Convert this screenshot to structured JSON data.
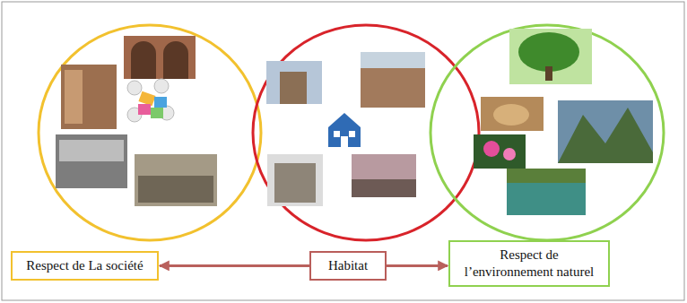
{
  "diagram": {
    "nodes": [
      {
        "text": [
          "Respect de La société"
        ]
      },
      {
        "text": [
          "Habitat"
        ]
      },
      {
        "text": [
          "Respect de l’environnement naturel"
        ]
      }
    ],
    "edges": [
      {
        "from": 1,
        "to": 0,
        "arrow": "to"
      },
      {
        "from": 1,
        "to": 2,
        "arrow": "to"
      }
    ]
  }
}
